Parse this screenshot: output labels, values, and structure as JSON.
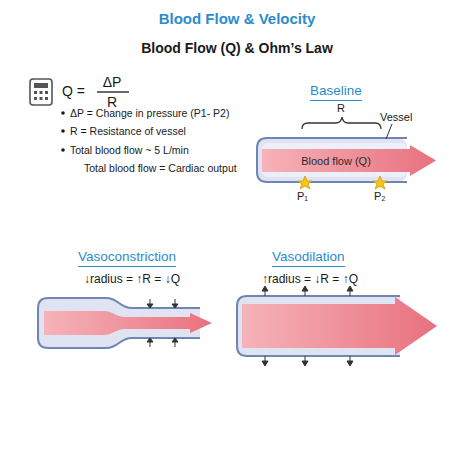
{
  "diagram": {
    "title": "Blood Flow & Velocity",
    "nodes": [
      {
        "text": [
          "Blood flow (Q)"
        ]
      }
    ],
    "labels": [
      "Blood Flow (Q) & Ohm’s Law",
      "Q =",
      "ΔP",
      "R",
      "ΔP = Change in pressure (P1- P2)",
      "R = Resistance of vessel",
      "Total blood flow ~ 5 L/min",
      "Total blood flow = Cardiac output",
      "Baseline",
      "R",
      "Vessel",
      "P₁",
      "P₂",
      "Vasoconstriction",
      "↓radius = ↑R = ↓Q",
      "Vasodilation",
      "↑radius = ↓R = ↑Q"
    ]
  }
}
